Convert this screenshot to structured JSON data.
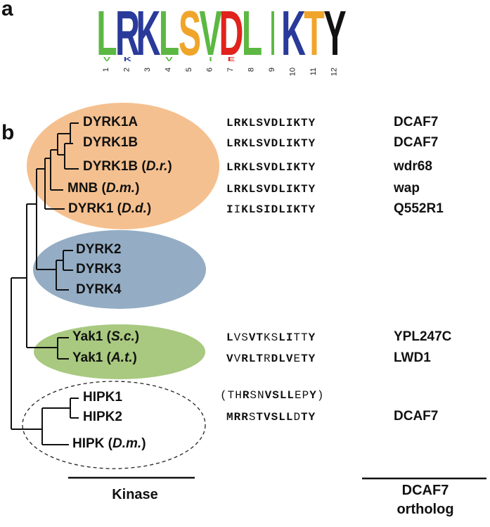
{
  "panel_a": {
    "label": "a",
    "logo": {
      "letters": [
        {
          "pos": "1",
          "big": "L",
          "small": "V",
          "color": "#5cb842"
        },
        {
          "pos": "2",
          "big": "R",
          "small": "K",
          "color": "#2a3a9a"
        },
        {
          "pos": "3",
          "big": "K",
          "small": "",
          "color": "#2a3a9a"
        },
        {
          "pos": "4",
          "big": "L",
          "small": "V",
          "color": "#5cb842"
        },
        {
          "pos": "5",
          "big": "S",
          "small": "",
          "color": "#f0a52a"
        },
        {
          "pos": "6",
          "big": "V",
          "small": "I",
          "color": "#5cb842"
        },
        {
          "pos": "7",
          "big": "D",
          "small": "E",
          "color": "#e0231c"
        },
        {
          "pos": "8",
          "big": "L",
          "small": "",
          "color": "#5cb842"
        },
        {
          "pos": "9",
          "big": "I",
          "small": "",
          "color": "#5cb842"
        },
        {
          "pos": "10",
          "big": "K",
          "small": "",
          "color": "#2a3a9a"
        },
        {
          "pos": "11",
          "big": "T",
          "small": "",
          "color": "#f0a52a"
        },
        {
          "pos": "12",
          "big": "Y",
          "small": "",
          "color": "#111111"
        }
      ]
    }
  },
  "panel_b": {
    "label": "b",
    "clades": {
      "dyrk1_color": "#f5c08f",
      "dyrk2_color": "#94adc4",
      "yak_color": "#a8c97f"
    },
    "rows": [
      {
        "name": "DYRK1A",
        "species": "",
        "seq": [
          [
            "b",
            "LRKLSVDLIKTY"
          ]
        ],
        "ortholog": "DCAF7"
      },
      {
        "name": "DYRK1B",
        "species": "",
        "seq": [
          [
            "b",
            "LRKLSVDLIKTY"
          ]
        ],
        "ortholog": "DCAF7"
      },
      {
        "name": "DYRK1B (",
        "species": "D.r.",
        "suffix": ")",
        "seq": [
          [
            "b",
            "LRKLSVDLIKTY"
          ]
        ],
        "ortholog": "wdr68"
      },
      {
        "name": "MNB (",
        "species": "D.m.",
        "suffix": ")",
        "seq": [
          [
            "b",
            "LRKLSVDLIKTY"
          ]
        ],
        "ortholog": "wap"
      },
      {
        "name": "DYRK1 (",
        "species": "D.d.",
        "suffix": ")",
        "seq": [
          [
            "b",
            "I"
          ],
          [
            "n",
            "I"
          ],
          [
            "b",
            "KLSIDLIKTY"
          ]
        ],
        "ortholog": "Q552R1"
      },
      {
        "name": "DYRK2",
        "species": "",
        "seq": [],
        "ortholog": ""
      },
      {
        "name": "DYRK3",
        "species": "",
        "seq": [],
        "ortholog": ""
      },
      {
        "name": "DYRK4",
        "species": "",
        "seq": [],
        "ortholog": ""
      },
      {
        "name": "Yak1 (",
        "species": "S.c.",
        "suffix": ")",
        "seq": [
          [
            "b",
            "L"
          ],
          [
            "n",
            "VS"
          ],
          [
            "b",
            "VT"
          ],
          [
            "n",
            "KS"
          ],
          [
            "b",
            "LI"
          ],
          [
            "n",
            "TT"
          ],
          [
            "b",
            "Y"
          ]
        ],
        "ortholog": "YPL247C"
      },
      {
        "name": "Yak1 (",
        "species": "A.t.",
        "suffix": ")",
        "seq": [
          [
            "b",
            "V"
          ],
          [
            "n",
            "V"
          ],
          [
            "b",
            "RLT"
          ],
          [
            "n",
            "R"
          ],
          [
            "b",
            "DLV"
          ],
          [
            "n",
            "E"
          ],
          [
            "b",
            "TY"
          ]
        ],
        "ortholog": "LWD1"
      },
      {
        "name": "HIPK1",
        "species": "",
        "seq": [
          [
            "n",
            "(TH"
          ],
          [
            "b",
            "R"
          ],
          [
            "n",
            "SN"
          ],
          [
            "b",
            "VS"
          ],
          [
            "b",
            "LL"
          ],
          [
            "n",
            "EP"
          ],
          [
            "b",
            "Y"
          ],
          [
            "n",
            ")"
          ]
        ],
        "ortholog": ""
      },
      {
        "name": "HIPK2",
        "species": "",
        "seq": [
          [
            "b",
            "MRR"
          ],
          [
            "n",
            "S"
          ],
          [
            "b",
            "TVS"
          ],
          [
            "b",
            "LL"
          ],
          [
            "n",
            "D"
          ],
          [
            "b",
            "TY"
          ]
        ],
        "ortholog": "DCAF7"
      },
      {
        "name": "HIPK (",
        "species": "D.m.",
        "suffix": ")",
        "seq": [],
        "ortholog": ""
      }
    ],
    "footer": {
      "kinase": "Kinase",
      "ortholog_line1": "DCAF7",
      "ortholog_line2": "ortholog"
    }
  }
}
